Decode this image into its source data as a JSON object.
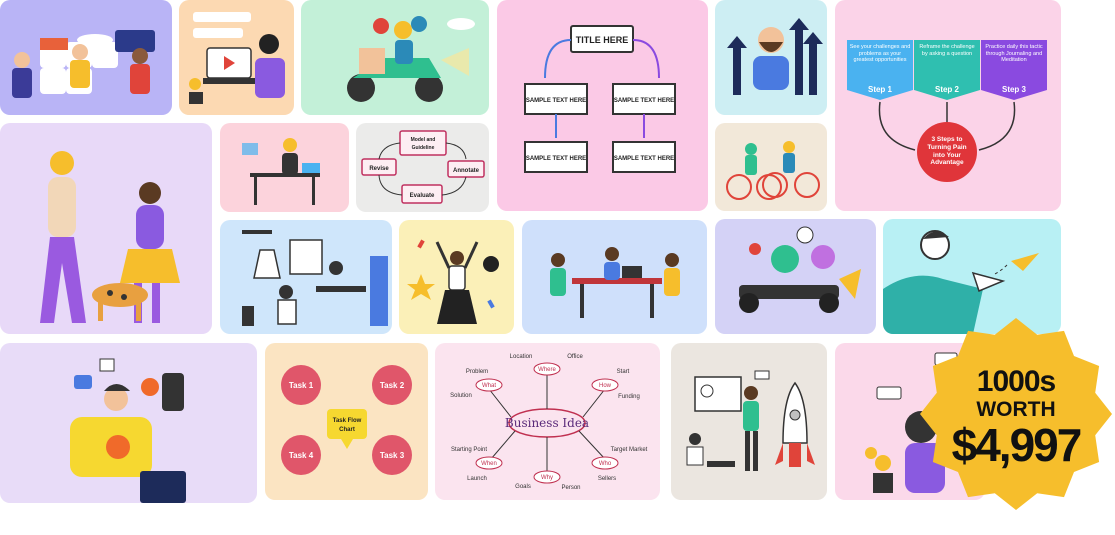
{
  "badge": {
    "line1": "1000s",
    "line2": "WORTH",
    "line3": "$4,997",
    "color": "#f6be2c"
  },
  "flowchart": {
    "title": "TITLE HERE",
    "box1": "SAMPLE TEXT HERE",
    "box2": "SAMPLE TEXT HERE",
    "box3": "SAMPLE TEXT HERE",
    "box4": "SAMPLE TEXT HERE"
  },
  "cycle": {
    "top": "Model and Guideline",
    "left": "Revise",
    "right": "Annotate",
    "bottom": "Evaluate"
  },
  "steps": {
    "step1_text": "See your challenges and problems as your greatest opportunities",
    "step2_text": "Reframe the challenge by asking a question",
    "step3_text": "Practice daily this tactic through Journaling and Meditation",
    "step1": "Step 1",
    "step2": "Step 2",
    "step3": "Step 3",
    "center": "3 Steps to Turning Pain into Your Advantage"
  },
  "taskflow": {
    "task1": "Task 1",
    "task2": "Task 2",
    "task3": "Task 3",
    "task4": "Task 4",
    "center": "Task Flow Chart"
  },
  "mindmap": {
    "center": "Business Idea",
    "location": "Location",
    "office": "Office",
    "problem": "Problem",
    "where": "Where",
    "start": "Start",
    "what": "What",
    "how": "How",
    "solution": "Solution",
    "funding": "Funding",
    "starting_point": "Starting Point",
    "target_market": "Target Market",
    "when": "When",
    "who": "Who",
    "launch": "Launch",
    "sellers": "Sellers",
    "goals": "Goals",
    "why": "Why",
    "person": "Person"
  }
}
